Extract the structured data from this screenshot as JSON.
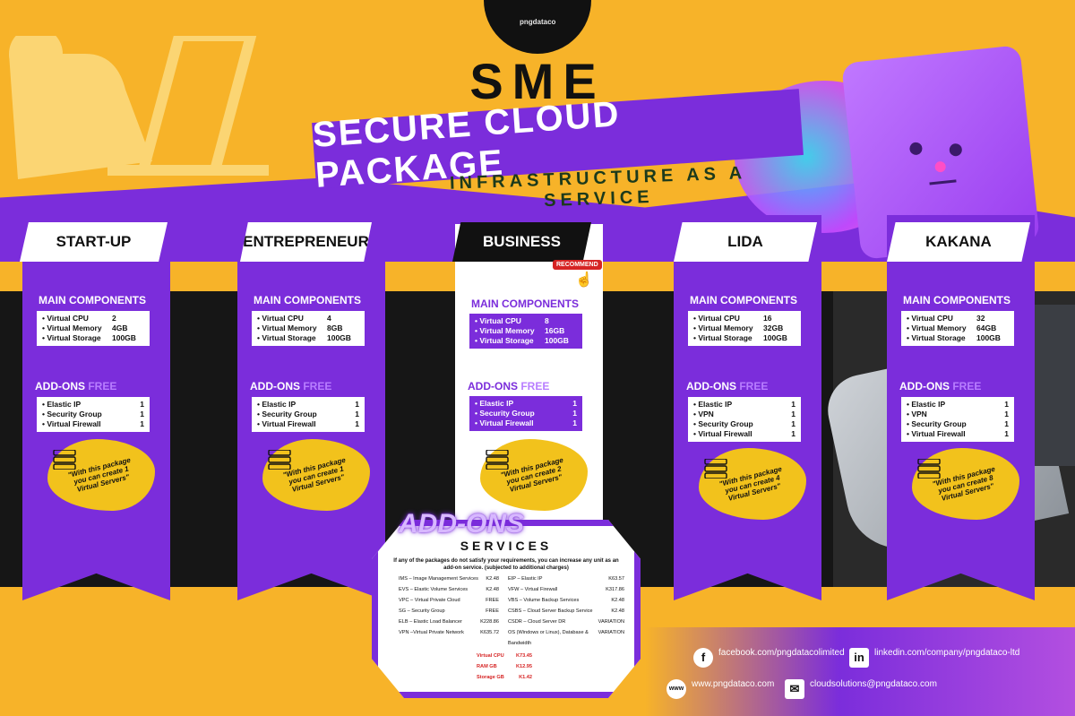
{
  "brand": {
    "logo_text": "pngdataco"
  },
  "header": {
    "title": "SME",
    "ribbon": "SECURE CLOUD PACKAGE",
    "subtitle": "INFRASTRUCTURE AS A SERVICE"
  },
  "colors": {
    "purple": "#7b2ddb",
    "yellow": "#f7b329",
    "dark": "#161616",
    "green": "#3ac34a",
    "red": "#d62424"
  },
  "packages": [
    {
      "name": "START-UP",
      "main_title": "MAIN COMPONENTS",
      "components": [
        {
          "label": "Virtual CPU",
          "value": "2"
        },
        {
          "label": "Virtual Memory",
          "value": "4GB"
        },
        {
          "label": "Virtual Storage",
          "value": "100GB"
        }
      ],
      "addons_title": "ADD-ONS",
      "addons_free": "FREE",
      "addons": [
        {
          "label": "Elastic IP",
          "value": "1"
        },
        {
          "label": "Security Group",
          "value": "1"
        },
        {
          "label": "Virtual Firewall",
          "value": "1"
        }
      ],
      "splash": "\"With this package you can create 1 Virtual Servers\""
    },
    {
      "name": "ENTREPRENEUR",
      "main_title": "MAIN COMPONENTS",
      "components": [
        {
          "label": "Virtual CPU",
          "value": "4"
        },
        {
          "label": "Virtual Memory",
          "value": "8GB"
        },
        {
          "label": "Virtual Storage",
          "value": "100GB"
        }
      ],
      "addons_title": "ADD-ONS",
      "addons_free": "FREE",
      "addons": [
        {
          "label": "Elastic IP",
          "value": "1"
        },
        {
          "label": "Security Group",
          "value": "1"
        },
        {
          "label": "Virtual Firewall",
          "value": "1"
        }
      ],
      "splash": "\"With this package you can create 1 Virtual Servers\""
    },
    {
      "name": "BUSINESS",
      "badge": "RECOMMEND",
      "main_title": "MAIN COMPONENTS",
      "components": [
        {
          "label": "Virtual CPU",
          "value": "8"
        },
        {
          "label": "Virtual Memory",
          "value": "16GB"
        },
        {
          "label": "Virtual Storage",
          "value": "100GB"
        }
      ],
      "addons_title": "ADD-ONS",
      "addons_free": "FREE",
      "addons": [
        {
          "label": "Elastic IP",
          "value": "1"
        },
        {
          "label": "Security Group",
          "value": "1"
        },
        {
          "label": "Virtual Firewall",
          "value": "1"
        }
      ],
      "splash": "\"With this package you can create 2 Virtual Servers\""
    },
    {
      "name": "LIDA",
      "main_title": "MAIN COMPONENTS",
      "components": [
        {
          "label": "Virtual CPU",
          "value": "16"
        },
        {
          "label": "Virtual Memory",
          "value": "32GB"
        },
        {
          "label": "Virtual Storage",
          "value": "100GB"
        }
      ],
      "addons_title": "ADD-ONS",
      "addons_free": "FREE",
      "addons": [
        {
          "label": "Elastic IP",
          "value": "1"
        },
        {
          "label": "VPN",
          "value": "1"
        },
        {
          "label": "Security Group",
          "value": "1"
        },
        {
          "label": "Virtual Firewall",
          "value": "1"
        }
      ],
      "splash": "\"With this package you can create 4 Virtual Servers\""
    },
    {
      "name": "KAKANA",
      "main_title": "MAIN COMPONENTS",
      "components": [
        {
          "label": "Virtual CPU",
          "value": "32"
        },
        {
          "label": "Virtual Memory",
          "value": "64GB"
        },
        {
          "label": "Virtual Storage",
          "value": "100GB"
        }
      ],
      "addons_title": "ADD-ONS",
      "addons_free": "FREE",
      "addons": [
        {
          "label": "Elastic IP",
          "value": "1"
        },
        {
          "label": "VPN",
          "value": "1"
        },
        {
          "label": "Security Group",
          "value": "1"
        },
        {
          "label": "Virtual Firewall",
          "value": "1"
        }
      ],
      "splash": "\"With this package you can create 8 Virtual Servers\""
    }
  ],
  "addon_services": {
    "title": "ADD-ONS",
    "subtitle": "SERVICES",
    "description": "If any of the packages do not satisfy your requirements, you can increase any unit as an add-on service. (subjected to additional charges)",
    "left": [
      {
        "label": "IMS – Image Management Services",
        "price": "K2.48"
      },
      {
        "label": "EVS – Elastic Volume Services",
        "price": "K2.48"
      },
      {
        "label": "VPC – Virtual Private Cloud",
        "price": "FREE"
      },
      {
        "label": "SG – Security Group",
        "price": "FREE"
      },
      {
        "label": "ELB – Elastic Load Balancer",
        "price": "K228.86"
      },
      {
        "label": "VPN –Virtual Private Network",
        "price": "K635.72"
      }
    ],
    "right": [
      {
        "label": "EIP – Elastic IP",
        "price": "K63.57"
      },
      {
        "label": "VFW – Virtual Firewall",
        "price": "K317.86"
      },
      {
        "label": "VBS – Volume Backup Services",
        "price": "K2.48"
      },
      {
        "label": "CSBS – Cloud Server Backup Service",
        "price": "K2.48"
      },
      {
        "label": "CSDR – Cloud Server DR",
        "price": "VARIATION"
      },
      {
        "label": "OS (Windows or Linux), Database & Bandwidth",
        "price": "VARIATION"
      }
    ],
    "red": [
      {
        "label": "Virtual CPU",
        "price": "K73.45"
      },
      {
        "label": "RAM GB",
        "price": "K12.95"
      },
      {
        "label": "Storage GB",
        "price": "K1.42"
      }
    ]
  },
  "contacts": {
    "facebook": {
      "icon": "facebook-icon",
      "text": "facebook.com/pngdatacolimited"
    },
    "linkedin": {
      "icon": "linkedin-icon",
      "text": "linkedin.com/company/pngdataco-ltd"
    },
    "website": {
      "icon": "www-icon",
      "text": "www.pngdataco.com"
    },
    "email": {
      "icon": "mail-icon",
      "text": "cloudsolutions@pngdataco.com"
    }
  }
}
